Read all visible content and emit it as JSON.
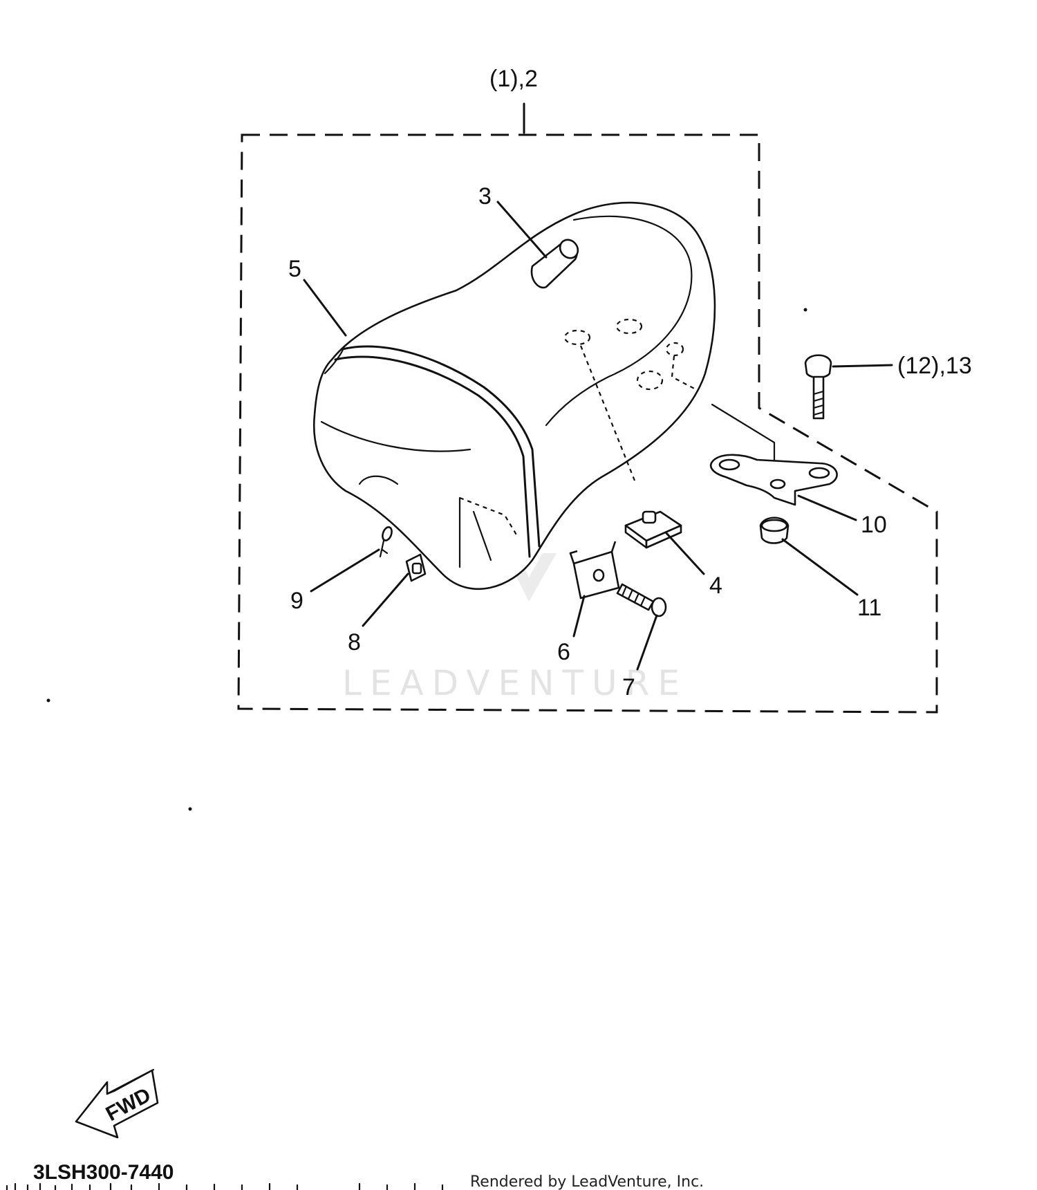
{
  "callouts": {
    "assembly": "(1),2",
    "c3": "3",
    "c4": "4",
    "c5": "5",
    "c6": "6",
    "c7": "7",
    "c8": "8",
    "c9": "9",
    "c10": "10",
    "c11": "11",
    "bolt": "(12),13"
  },
  "fwd_label": "FWD",
  "diagram_code": "3LSH300-7440",
  "watermark": "LEADVENTURE",
  "credit": "Rendered by LeadVenture, Inc."
}
